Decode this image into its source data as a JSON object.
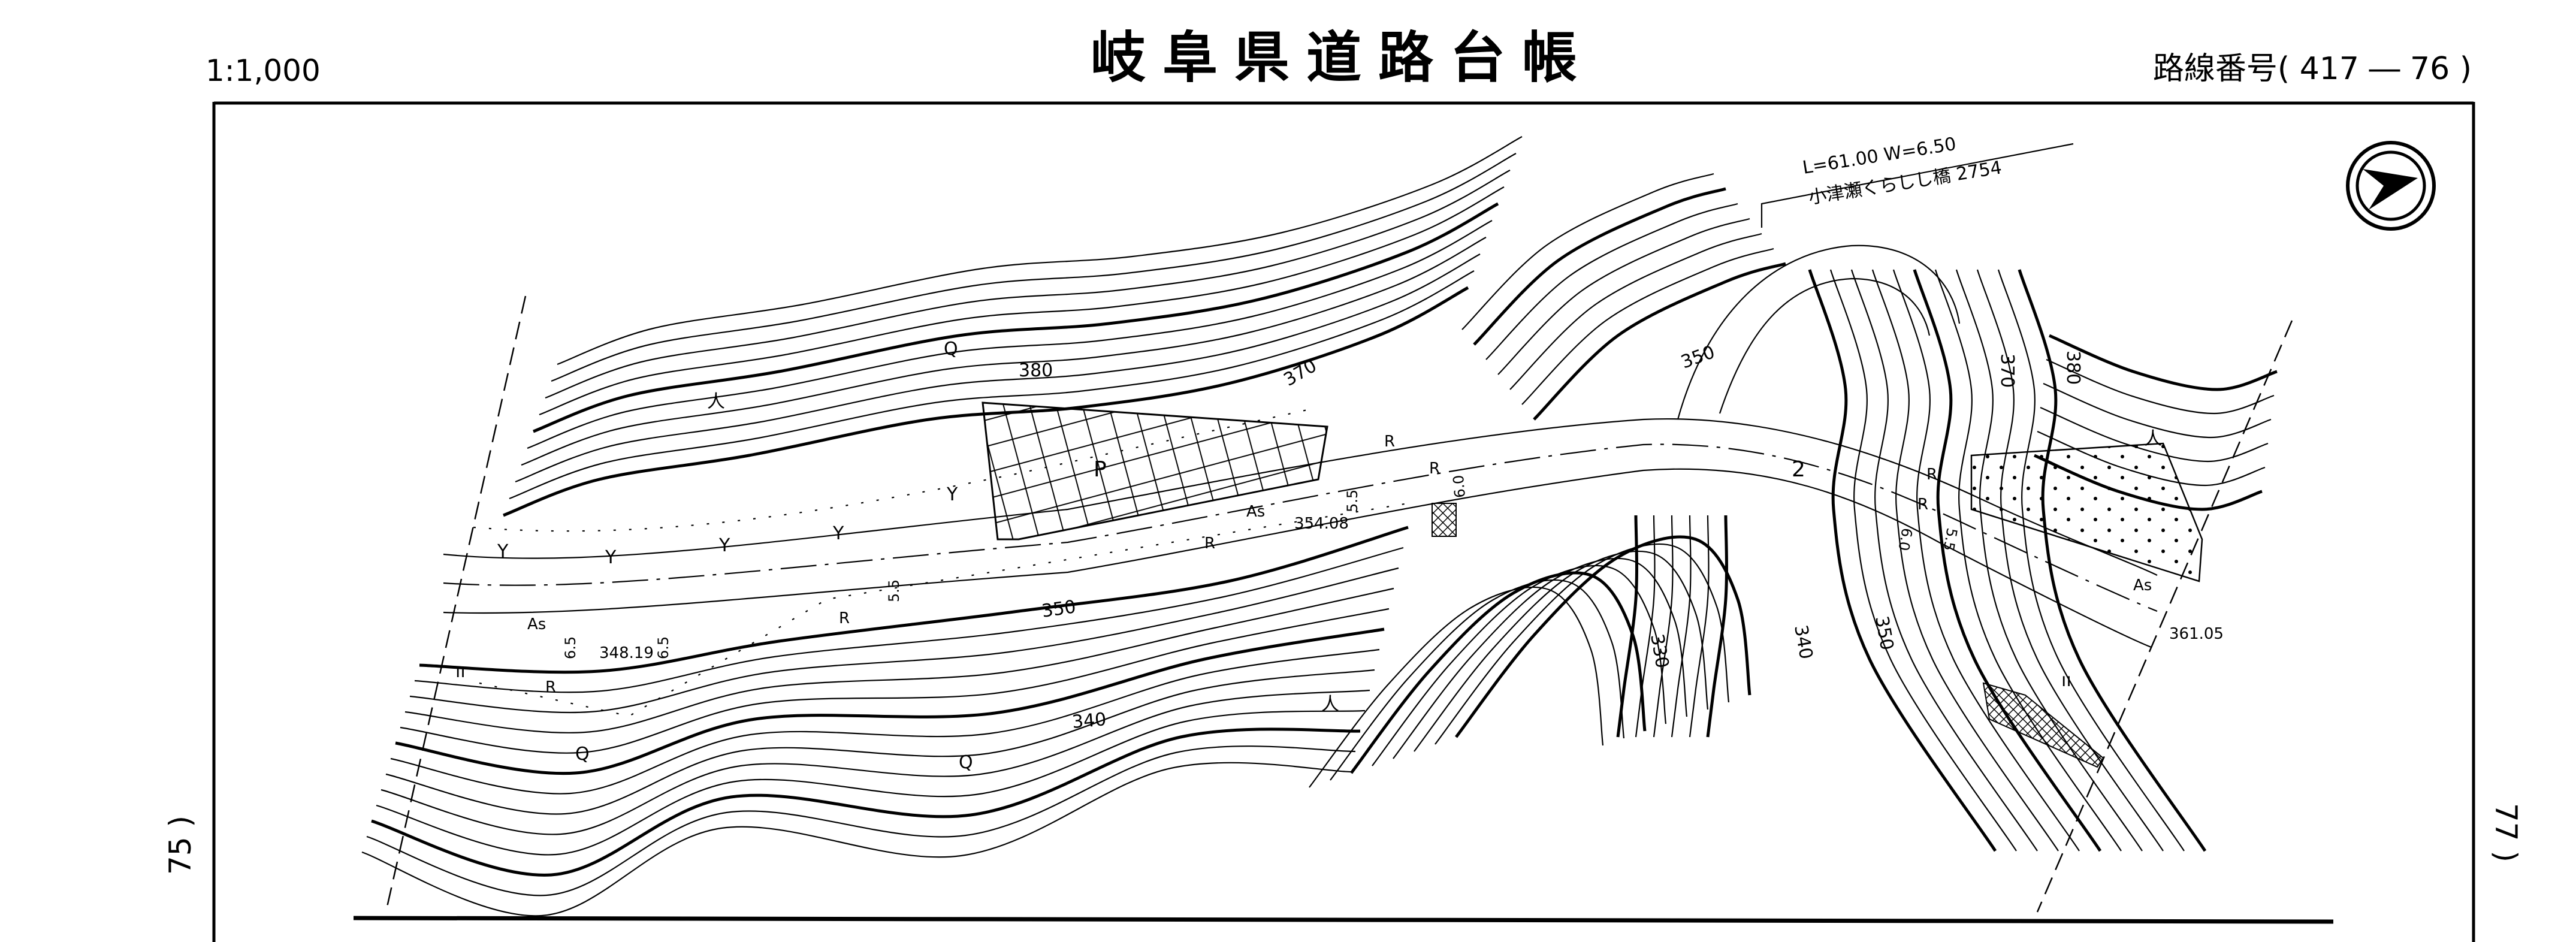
{
  "header": {
    "scale": "1:1,000",
    "title": "岐阜県道路台帳",
    "route_label": "路線番号( 417 ― 76 )",
    "route_number": "417",
    "sheet_number": "76"
  },
  "adjacent_sheets": {
    "previous": "75 )",
    "next": "77 )"
  },
  "bridge": {
    "dimensions": "L=61.00  W=6.50",
    "name_number": "小津瀬くらしし橋  2754"
  },
  "north_arrow": "north-arrow-icon",
  "map_labels": {
    "contours": [
      "380",
      "370",
      "350",
      "370",
      "380",
      "350",
      "340",
      "330",
      "340",
      "350"
    ],
    "elevations": [
      "354.08",
      "348.19",
      "361.05"
    ],
    "surface": [
      "As",
      "As",
      "As"
    ],
    "features": [
      "P",
      "2"
    ],
    "land_symbols": {
      "forest": "Q",
      "field": "人",
      "wasteland": "Y",
      "barren": "ıı"
    },
    "road_markers": [
      "R",
      "R",
      "R",
      "R",
      "R",
      "R",
      "R"
    ],
    "widths": [
      "6.5",
      "5.5",
      "5.5",
      "6.0",
      "6.0",
      "5.5",
      "6.5"
    ]
  }
}
